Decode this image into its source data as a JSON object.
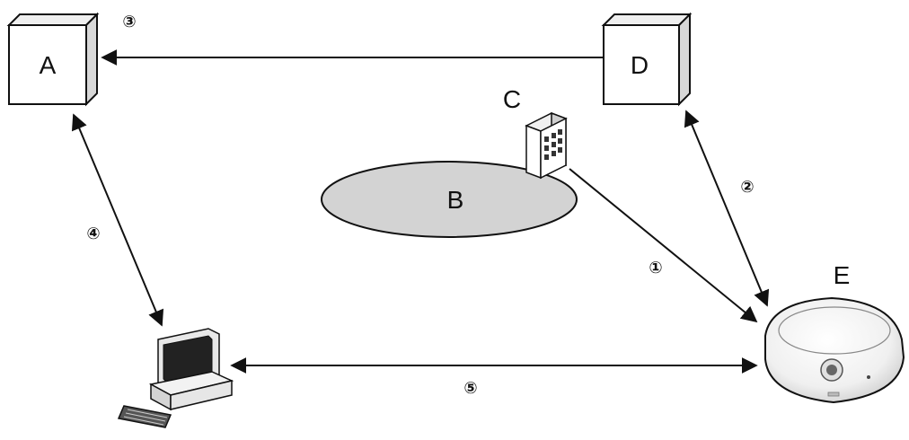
{
  "diagram": {
    "nodes": {
      "A": {
        "label": "A"
      },
      "B": {
        "label": "B"
      },
      "C": {
        "label": "C"
      },
      "D": {
        "label": "D"
      },
      "E": {
        "label": "E"
      }
    },
    "steps": [
      "①",
      "②",
      "③",
      "④",
      "⑤"
    ],
    "colors": {
      "line": "#111111",
      "box_face": "#ffffff",
      "box_shade": "#e6e6e6",
      "ellipse_fill": "#d4d4d4",
      "camera_body": "#f3f3f3"
    }
  }
}
